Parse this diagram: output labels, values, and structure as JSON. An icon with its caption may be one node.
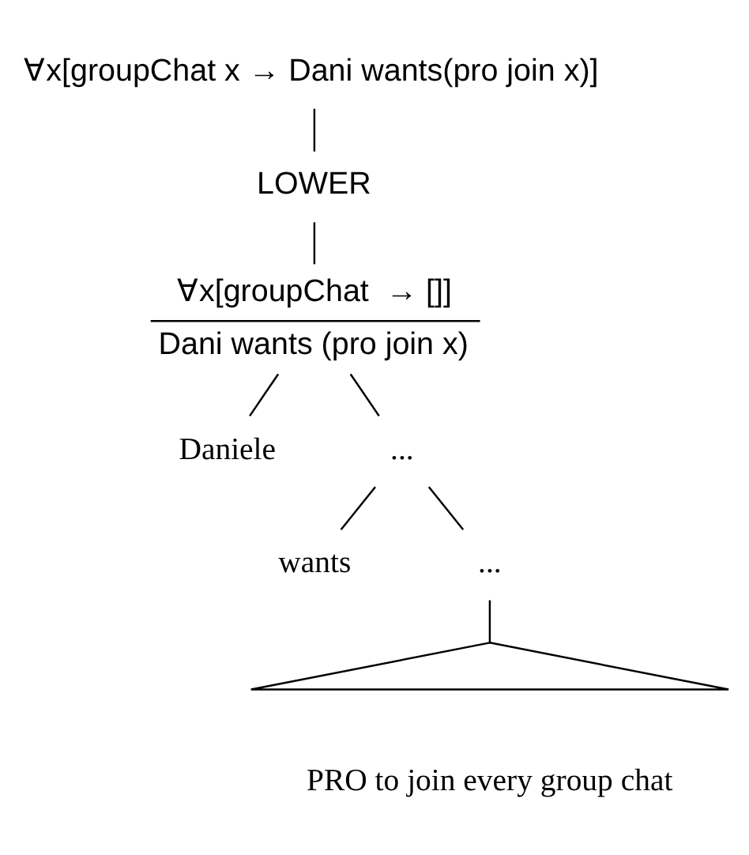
{
  "diagram": {
    "nodes": [
      {
        "text": [
          "∀x[groupChat x → Dani wants(pro join x)]"
        ]
      },
      {
        "text": [
          "LOWER"
        ]
      },
      {
        "text": [
          "∀x[groupChat  → []]",
          "Dani wants (pro join x)"
        ]
      },
      {
        "text": [
          "Daniele"
        ]
      },
      {
        "text": [
          "..."
        ]
      },
      {
        "text": [
          "wants"
        ]
      },
      {
        "text": [
          "..."
        ]
      },
      {
        "text": [],
        "shape": "triangle",
        "beside": [
          "PRO to join every group chat"
        ]
      }
    ],
    "edges": [
      {
        "from": 0,
        "to": 1,
        "arrow": "none"
      },
      {
        "from": 1,
        "to": 2,
        "arrow": "none"
      },
      {
        "from": 2,
        "to": 3,
        "arrow": "none"
      },
      {
        "from": 2,
        "to": 4,
        "arrow": "none"
      },
      {
        "from": 4,
        "to": 5,
        "arrow": "none"
      },
      {
        "from": 4,
        "to": 6,
        "arrow": "none"
      },
      {
        "from": 6,
        "to": 7,
        "arrow": "none"
      }
    ]
  }
}
